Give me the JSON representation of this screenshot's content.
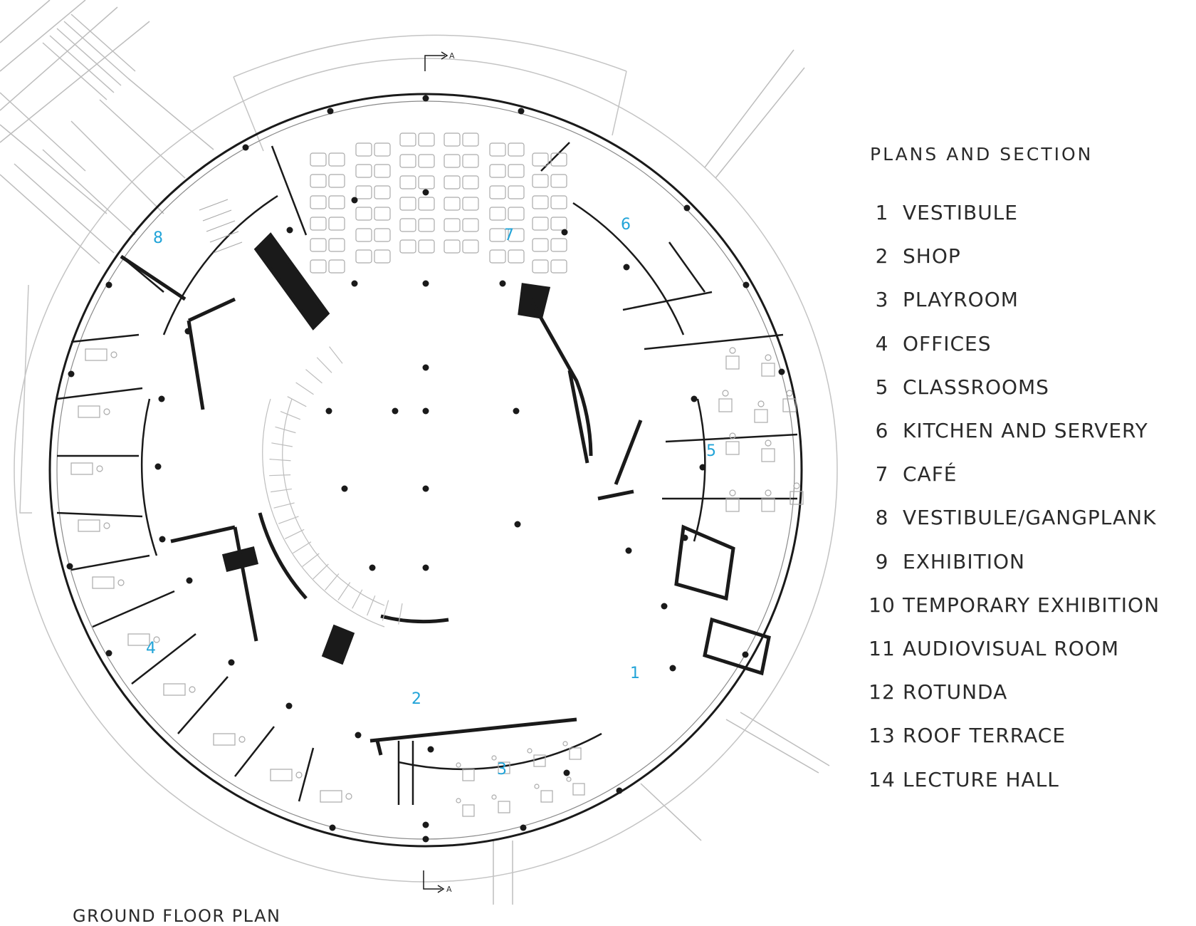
{
  "plan_title": "GROUND FLOOR PLAN",
  "legend": {
    "title": "PLANS AND SECTION",
    "items": [
      {
        "num": "1",
        "label": "VESTIBULE"
      },
      {
        "num": "2",
        "label": "SHOP"
      },
      {
        "num": "3",
        "label": "PLAYROOM"
      },
      {
        "num": "4",
        "label": "OFFICES"
      },
      {
        "num": "5",
        "label": "CLASSROOMS"
      },
      {
        "num": "6",
        "label": "KITCHEN AND SERVERY"
      },
      {
        "num": "7",
        "label": "CAFÉ"
      },
      {
        "num": "8",
        "label": "VESTIBULE/GANGPLANK"
      },
      {
        "num": "9",
        "label": "EXHIBITION"
      },
      {
        "num": "10",
        "label": "TEMPORARY EXHIBITION"
      },
      {
        "num": "11",
        "label": "AUDIOVISUAL ROOM"
      },
      {
        "num": "12",
        "label": "ROTUNDA"
      },
      {
        "num": "13",
        "label": "ROOF TERRACE"
      },
      {
        "num": "14",
        "label": "LECTURE HALL"
      }
    ]
  },
  "room_labels": [
    "1",
    "2",
    "3",
    "4",
    "5",
    "6",
    "7",
    "8"
  ],
  "section_marker": "A",
  "colors": {
    "room_label": "#22a4d8",
    "line": "#1a1a1a",
    "faint": "#bdbdbd"
  }
}
